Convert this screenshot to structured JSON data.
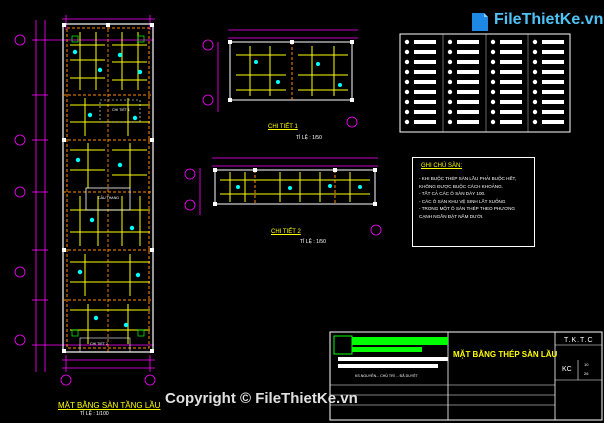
{
  "plan": {
    "title": "MẶT BẰNG SÀN TẦNG LẦU",
    "scale": "TỈ LỆ : 1/100",
    "room_label_1": "CHI TIẾT 1",
    "room_label_2": "CẦU THANG",
    "room_label_3": "CHI TIẾT 2"
  },
  "detail1": {
    "title": "CHI TIẾT 1",
    "scale": "TỈ LỆ : 1/50"
  },
  "detail2": {
    "title": "CHI TIẾT 2",
    "scale": "TỈ LỆ : 1/50"
  },
  "notes": {
    "title": "GHI CHÚ SÀN:",
    "items": [
      "- KHI BUỘC THÉP SÀN LẦU PHẢI BUỘC HẾT,",
      "  KHÔNG ĐƯỢC BUỘC CÁCH KHOẢNG.",
      "- TẤT CẢ CÁC Ô SÀN DÀY 100.",
      "- CÁC Ô SÀN KHU VỆ SINH LẤT XUỐNG",
      "- TRONG MỘT Ô SÀN THÉP THEO PHƯƠNG",
      "  CẠNH NGẮN ĐẶT NẰM DƯỚI."
    ]
  },
  "titleblock": {
    "drawing_title": "MẶT BẰNG THÉP SÀN LẦU",
    "tktc": "T.K.T.C",
    "code": "KC",
    "sheet_num": "10",
    "sheet_total": "26",
    "small_text": "KS.NGUYỄN... CHỦ TRÌ ... ĐÃ DUYỆT"
  },
  "watermark": {
    "brand": "FileThietKe.vn",
    "copyright": "Copyright © FileThietKe.vn"
  },
  "colors": {
    "bg": "#000000",
    "line": "#ffffff",
    "dim": "#ff00ff",
    "rebar": "#ffff00",
    "cyan": "#00ffff",
    "green": "#00ff00",
    "beam": "#ff8c00"
  }
}
